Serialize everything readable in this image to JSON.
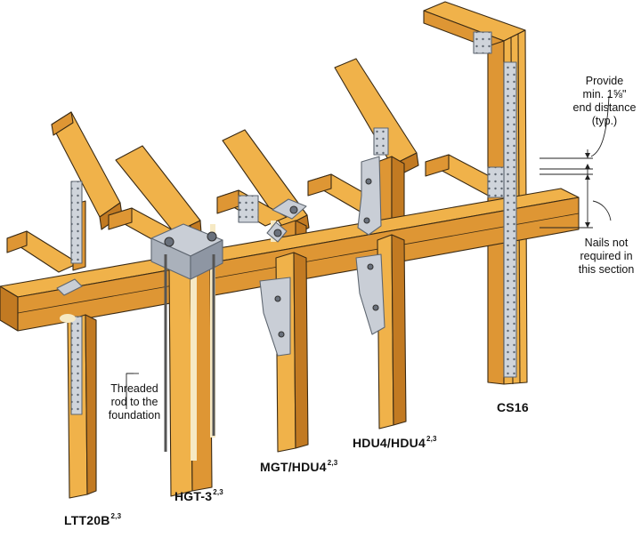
{
  "labels": {
    "ltt20b": {
      "text": "LTT20B",
      "sup": "2,3"
    },
    "hgt3": {
      "text": "HGT-3",
      "sup": "2,3"
    },
    "mgt_hdu4": {
      "text": "MGT/HDU4",
      "sup": "2,3"
    },
    "hdu4_hdu4": {
      "text": "HDU4/HDU4",
      "sup": "2,3"
    },
    "cs16": {
      "text": "CS16"
    }
  },
  "callouts": {
    "threaded_rod": [
      "Threaded",
      "rod to the",
      "foundation"
    ],
    "end_distance": [
      "Provide",
      "min. 1⅝\"",
      "end distance",
      "(typ.)"
    ],
    "nails_not_required": [
      "Nails not",
      "required in",
      "this section"
    ]
  },
  "colors": {
    "wood_light": "#f0b24a",
    "wood_mid": "#de9634",
    "wood_dark": "#c27a22",
    "outline": "#3a2a14",
    "steel": "#c9ced6",
    "steel_dark": "#8e96a3",
    "splice_gap": "#f6e9c4"
  }
}
